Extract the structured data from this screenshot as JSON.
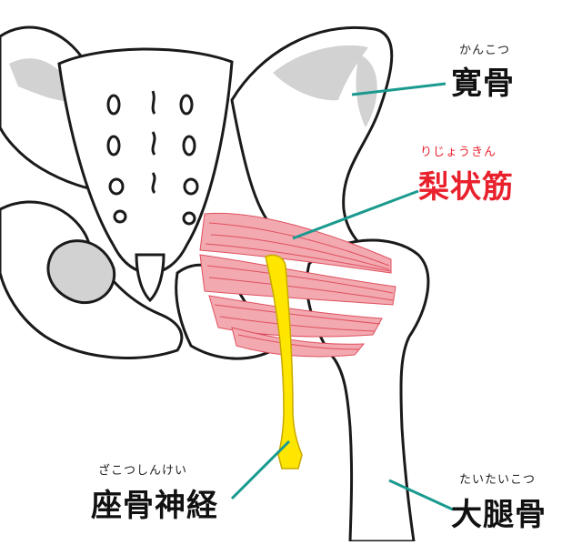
{
  "labels": {
    "ilium": {
      "ruby": "かんこつ",
      "text": "寛骨"
    },
    "piriformis": {
      "ruby": "りじょうきん",
      "text": "梨状筋"
    },
    "sciatic": {
      "ruby": "ざこつしんけい",
      "text": "座骨神経"
    },
    "femur": {
      "ruby": "たいたいこつ",
      "text": "大腿骨"
    }
  },
  "colors": {
    "bone_fill": "#ffffff",
    "bone_shadow": "#d2d2d2",
    "outline": "#1a1a1a",
    "muscle": "#f2a9b0",
    "muscle_line": "#e0505f",
    "nerve": "#ffe600",
    "leader": "#1a9a8f",
    "accent_red": "#e8212d"
  }
}
